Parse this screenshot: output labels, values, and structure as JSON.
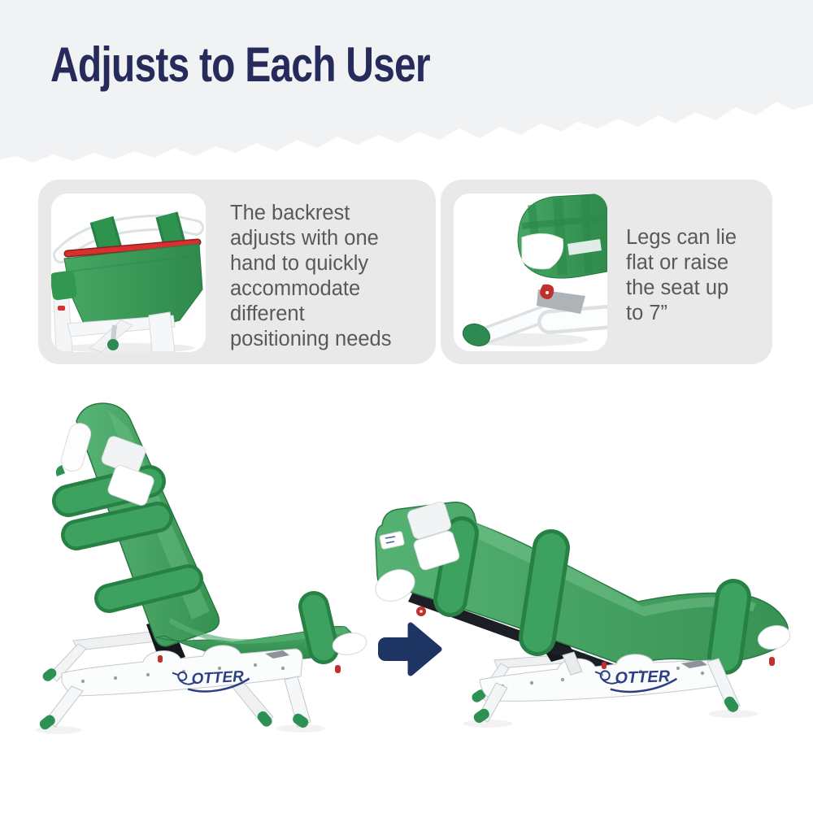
{
  "header": {
    "title": "Adjusts to Each User"
  },
  "features": [
    {
      "id": "backrest-adjustment",
      "text": "The backrest\nadjusts with one\nhand to quickly\naccommodate\ndifferent\npositioning needs"
    },
    {
      "id": "leg-adjustment",
      "text": "Legs can lie\nflat or raise\nthe seat up\nto 7”"
    }
  ],
  "product": {
    "brand": "OTTER"
  },
  "arrow": {
    "direction": "right"
  },
  "colors": {
    "accent_navy": "#262b5c",
    "arrow_navy": "#1e3563",
    "band_gray": "#f1f2f4",
    "card_gray": "#e9e9ea",
    "text_gray": "#58595b",
    "chair_green": "#3da15f",
    "strap_green": "#2f9350",
    "frame_white": "#ffffff",
    "accent_red": "#d22b2b",
    "logo_navy": "#2c3f85"
  }
}
